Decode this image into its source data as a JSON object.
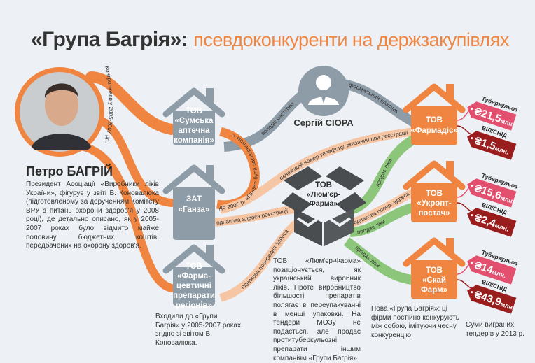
{
  "title": {
    "bold": "«Група Багрія»:",
    "rest": "псевдоконкуренти на держзакупівлях"
  },
  "colors": {
    "background": "#edf1f5",
    "orange": "#ef8540",
    "gray": "#8e9ca8",
    "box": "#4a4d50",
    "green": "#8cc67a",
    "peach": "#f6c6a4",
    "tb_tag": "#e3506f",
    "hiv_tag": "#9a1d1d"
  },
  "person": {
    "name": "Петро БАГРІЙ",
    "bio": "Президент Асоціації «Виробники ліків України», фігурує у звіті В. Коновалюка (підготовленому за дорученням Комітету ВРУ з питань охорони здоров'я у 2008 році), де детально описано, як у 2005-2007 роках було відмито майже половину бюджетних коштів, передбачених на охорону здоров'я.",
    "controlled_label": "Контролював у 2005-2007 рр."
  },
  "owner": {
    "name": "Сергій СІОРА",
    "icon": "person-icon",
    "owns_label": "володіє частково",
    "formal_label": "формальний власник"
  },
  "old_group": {
    "companies": [
      {
        "lines": [
          "ТОВ",
          "«Сумська",
          "аптечна",
          "компанія»"
        ]
      },
      {
        "lines": [
          "ЗАТ",
          "«Ганза»"
        ]
      },
      {
        "lines": [
          "ТОВ",
          "«Фарма-",
          "цевтичні",
          "препарати",
          "регіонів»"
        ]
      }
    ],
    "caption": "Входили до «Групи Багрія» у 2005-2007 роках, згідно зі звітом В. Коновалюка."
  },
  "links": {
    "ganza_founder": "до 2006 р. «Ганза» була засновником «САК»",
    "same_phone": "однаковий номер телефону, вказаний при реєстрації",
    "same_address": "однакова адреса реєстрації",
    "same_prev_address": "однакова попередня адреса",
    "same_prev_address_short": "однакова попер. адреса",
    "sells_drugs": "продає ліки"
  },
  "hub": {
    "lines": [
      "ТОВ",
      "«Люм'єр-",
      "Фарма»"
    ],
    "description": "ТОВ «Люм'єр-Фарма» позиціонується, як український виробник ліків. Проте виробництво більшості препаратів полягає в переупакуванні в менші упаковки. На тендери МОЗу не подається, але продає протитуберкульозні препарати іншим компаніям «Групи Багрія»."
  },
  "new_group": {
    "companies": [
      {
        "lines": [
          "ТОВ",
          "«Фармадіс»"
        ],
        "tenders": [
          {
            "category": "Туберкульоз",
            "amount": "₴21,5",
            "unit": "млн."
          },
          {
            "category": "ВІЛ/СНІД",
            "amount": "₴1,5",
            "unit": "млн."
          }
        ]
      },
      {
        "lines": [
          "ТОВ",
          "«Укропт-",
          "постач»"
        ],
        "tenders": [
          {
            "category": "Туберкульоз",
            "amount": "₴15,6",
            "unit": "млн."
          },
          {
            "category": "ВІЛ/СНІД",
            "amount": "₴2,4",
            "unit": "млн."
          }
        ]
      },
      {
        "lines": [
          "ТОВ",
          "«Скай",
          "Фарм»"
        ],
        "tenders": [
          {
            "category": "Туберкульоз",
            "amount": "₴14",
            "unit": "млн."
          },
          {
            "category": "ВІЛ/СНІД",
            "amount": "₴43,9",
            "unit": "млн."
          }
        ]
      }
    ],
    "caption": "Нова «Група Багрія»: ці фірми постійно конкурують між собою, імітуючи чесну конкуренцію",
    "tenders_caption": "Суми виграних тендерів у 2013 р."
  }
}
